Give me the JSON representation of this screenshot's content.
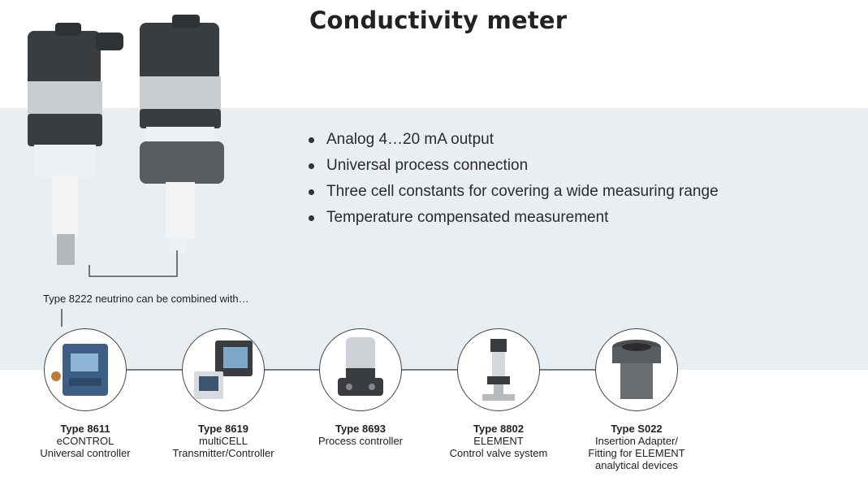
{
  "title": "Conductivity meter",
  "bullets": [
    "Analog 4…20 mA output",
    "Universal process connection",
    "Three cell constants for covering a wide measuring range",
    "Temperature compensated measurement"
  ],
  "combine_note": "Type 8222 neutrino can be combined with…",
  "products": [
    {
      "type": "Type 8611",
      "lines": [
        "eCONTROL",
        "Universal controller"
      ]
    },
    {
      "type": "Type 8619",
      "lines": [
        "multiCELL",
        "Transmitter/Controller"
      ]
    },
    {
      "type": "Type 8693",
      "lines": [
        "Process controller"
      ]
    },
    {
      "type": "Type 8802",
      "lines": [
        "ELEMENT",
        "Control valve system"
      ]
    },
    {
      "type": "Type S022",
      "lines": [
        "Insertion Adapter/",
        "Fitting for ELEMENT",
        "analytical devices"
      ]
    }
  ],
  "colors": {
    "band": "#e9eef3",
    "connector": "#333333"
  }
}
